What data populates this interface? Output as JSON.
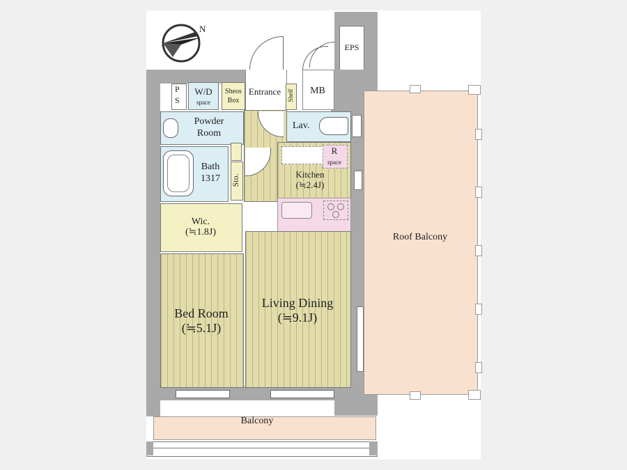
{
  "compass": {
    "label": "N"
  },
  "rooms": {
    "eps": "EPS",
    "ps_p": "P",
    "ps_s": "S",
    "wd": "W/D",
    "wd_sub": "space",
    "shoes_1": "Sheos",
    "shoes_2": "Box",
    "entrance": "Entrance",
    "shelf": "Shelf",
    "mb": "MB",
    "powder_1": "Powder",
    "powder_2": "Room",
    "lav": "Lav.",
    "bath_1": "Bath",
    "bath_2": "1317",
    "r": "R",
    "r_sub": "space",
    "sto": "Sto.",
    "kitchen": "Kitchen",
    "kitchen_size": "(≒2.4J)",
    "wic": "Wic.",
    "wic_size": "(≒1.8J)",
    "roof_balcony": "Roof Balcony",
    "living": "Living Dining",
    "living_size": "(≒9.1J)",
    "bedroom": "Bed Room",
    "bedroom_size": "(≒5.1J)",
    "balcony": "Balcony"
  },
  "colors": {
    "wall": "#a9a9a9",
    "wet_area": "#dbeef3",
    "storage": "#f4f1c4",
    "wood_floor": "#e1dcaa",
    "roof_balcony": "#f9e1cf",
    "kitchen_counter": "#f5d9e8"
  }
}
